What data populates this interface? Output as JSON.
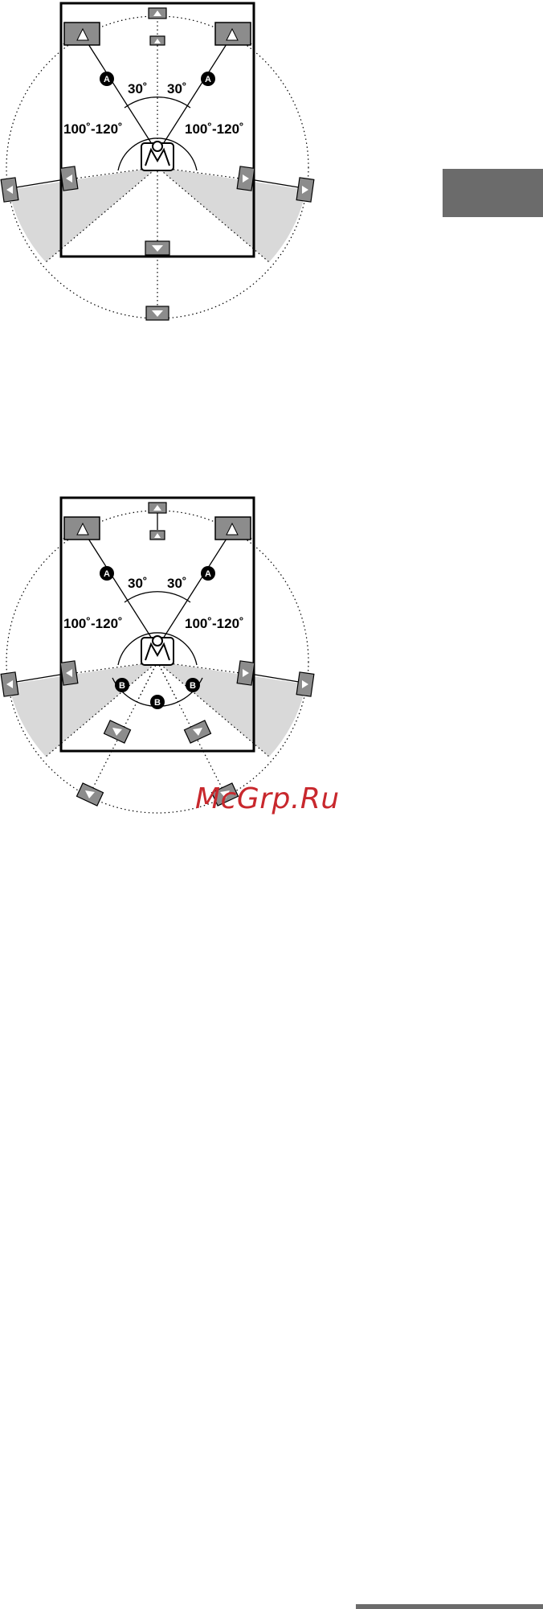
{
  "diagrams": [
    {
      "angles": {
        "front_left": "30˚",
        "front_right": "30˚",
        "surround_left": "100˚-120˚",
        "surround_right": "100˚-120˚"
      },
      "markers": [
        "A",
        "A"
      ]
    },
    {
      "angles": {
        "front_left": "30˚",
        "front_right": "30˚",
        "surround_left": "100˚-120˚",
        "surround_right": "100˚-120˚"
      },
      "markers": [
        "A",
        "A",
        "B",
        "B",
        "B"
      ]
    }
  ],
  "watermark": "McGrp.Ru",
  "colors": {
    "speaker_fill": "#8c8c8c",
    "shaded_zone": "#d9d9d9",
    "section_tab": "#6b6b6b",
    "watermark": "#c8282d"
  }
}
